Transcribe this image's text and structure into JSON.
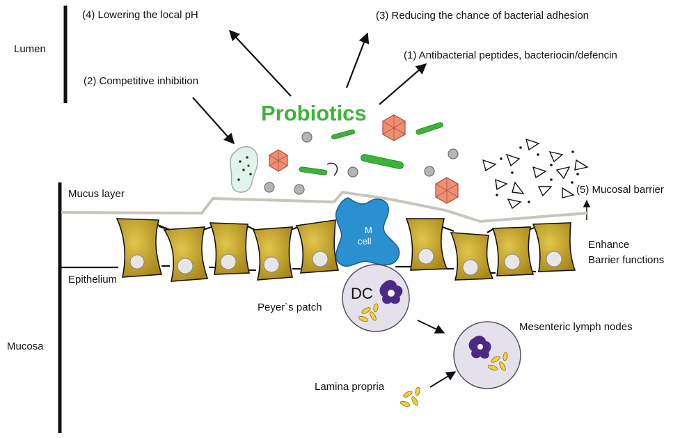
{
  "sections": {
    "lumen": "Lumen",
    "mucosa": "Mucosa"
  },
  "title": "Probiotics",
  "mechanisms": {
    "m4": "(4) Lowering the local pH",
    "m3": "(3) Reducing the chance of bacterial adhesion",
    "m1": "(1) Antibacterial peptides, bacteriocin/defencin",
    "m2": "(2) Competitive inhibition",
    "m5": "(5) Mucosal barrier"
  },
  "labels": {
    "mucus_layer": "Mucus layer",
    "epithelium": "Epithelium",
    "enhance_1": "Enhance",
    "enhance_2": "Barrier functions",
    "m_cell_1": "M",
    "m_cell_2": "cell",
    "dc": "DC",
    "peyers_patch": "Peyer`s patch",
    "mesenteric": "Mesenteric lymph nodes",
    "lamina_propria": "Lamina propria"
  },
  "colors": {
    "probiotics_green": "#3db33a",
    "epithelial_cell": "#c9a824",
    "m_cell": "#2a90d0",
    "pathogen": "#f08e72",
    "dc_purple": "#4b2a85",
    "lymph_fill": "#e4e1ec",
    "mucus_line": "#c9c5bd"
  }
}
